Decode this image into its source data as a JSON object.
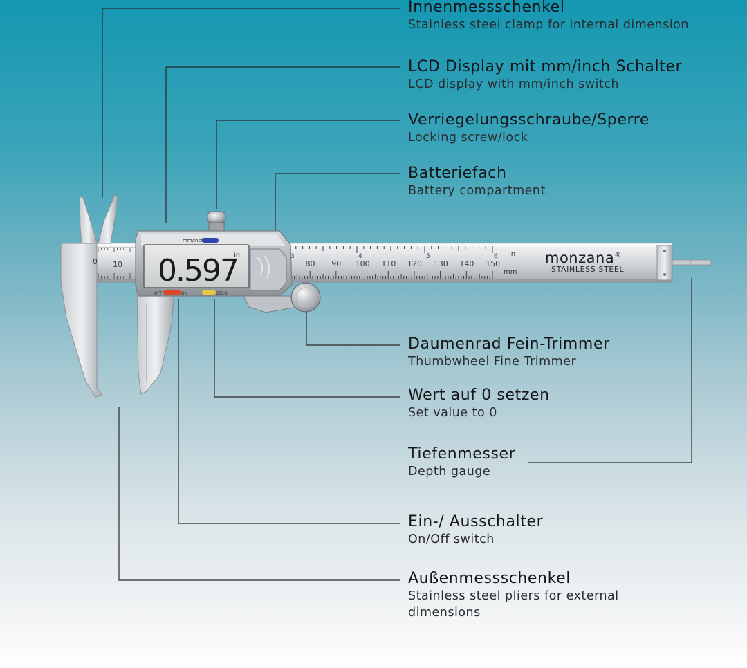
{
  "callouts": [
    {
      "title": "Innenmessschenkel",
      "subtitle": "Stainless steel clamp for internal dimension"
    },
    {
      "title": "LCD Display mit mm/inch Schalter",
      "subtitle": "LCD display with mm/inch switch"
    },
    {
      "title": "Verriegelungsschraube/Sperre",
      "subtitle": "Locking screw/lock"
    },
    {
      "title": "Batteriefach",
      "subtitle": "Battery compartment"
    },
    {
      "title": "Daumenrad Fein-Trimmer",
      "subtitle": "Thumbwheel Fine Trimmer"
    },
    {
      "title": "Wert auf 0 setzen",
      "subtitle": "Set value to 0"
    },
    {
      "title": "Tiefenmesser",
      "subtitle": "Depth gauge"
    },
    {
      "title": "Ein-/ Ausschalter",
      "subtitle": "On/Off switch"
    },
    {
      "title": "Außenmessschenkel",
      "subtitle": "Stainless steel pliers for external",
      "subtitle2": "dimensions"
    }
  ],
  "caliper": {
    "display_value": "0.597",
    "display_unit": "in",
    "mode_button": "mm/inch",
    "off_label": "OFF",
    "on_label": "ON",
    "zero_label": "ZERO",
    "brand": "monzana",
    "brand_mark": "®",
    "brand_sub": "STAINLESS STEEL",
    "unit_in": "in",
    "unit_mm": "mm",
    "jaw_zero": "0",
    "jaw_ten": "10",
    "mm_numbers": [
      "80",
      "90",
      "100",
      "110",
      "120",
      "130",
      "140",
      "150"
    ],
    "inch_numbers": [
      "3",
      "4",
      "5",
      "6"
    ]
  },
  "colors": {
    "line": "#2a2a2a",
    "off_button": "#d9472b",
    "zero_button": "#e8c845",
    "mode_button": "#2f45b0"
  }
}
